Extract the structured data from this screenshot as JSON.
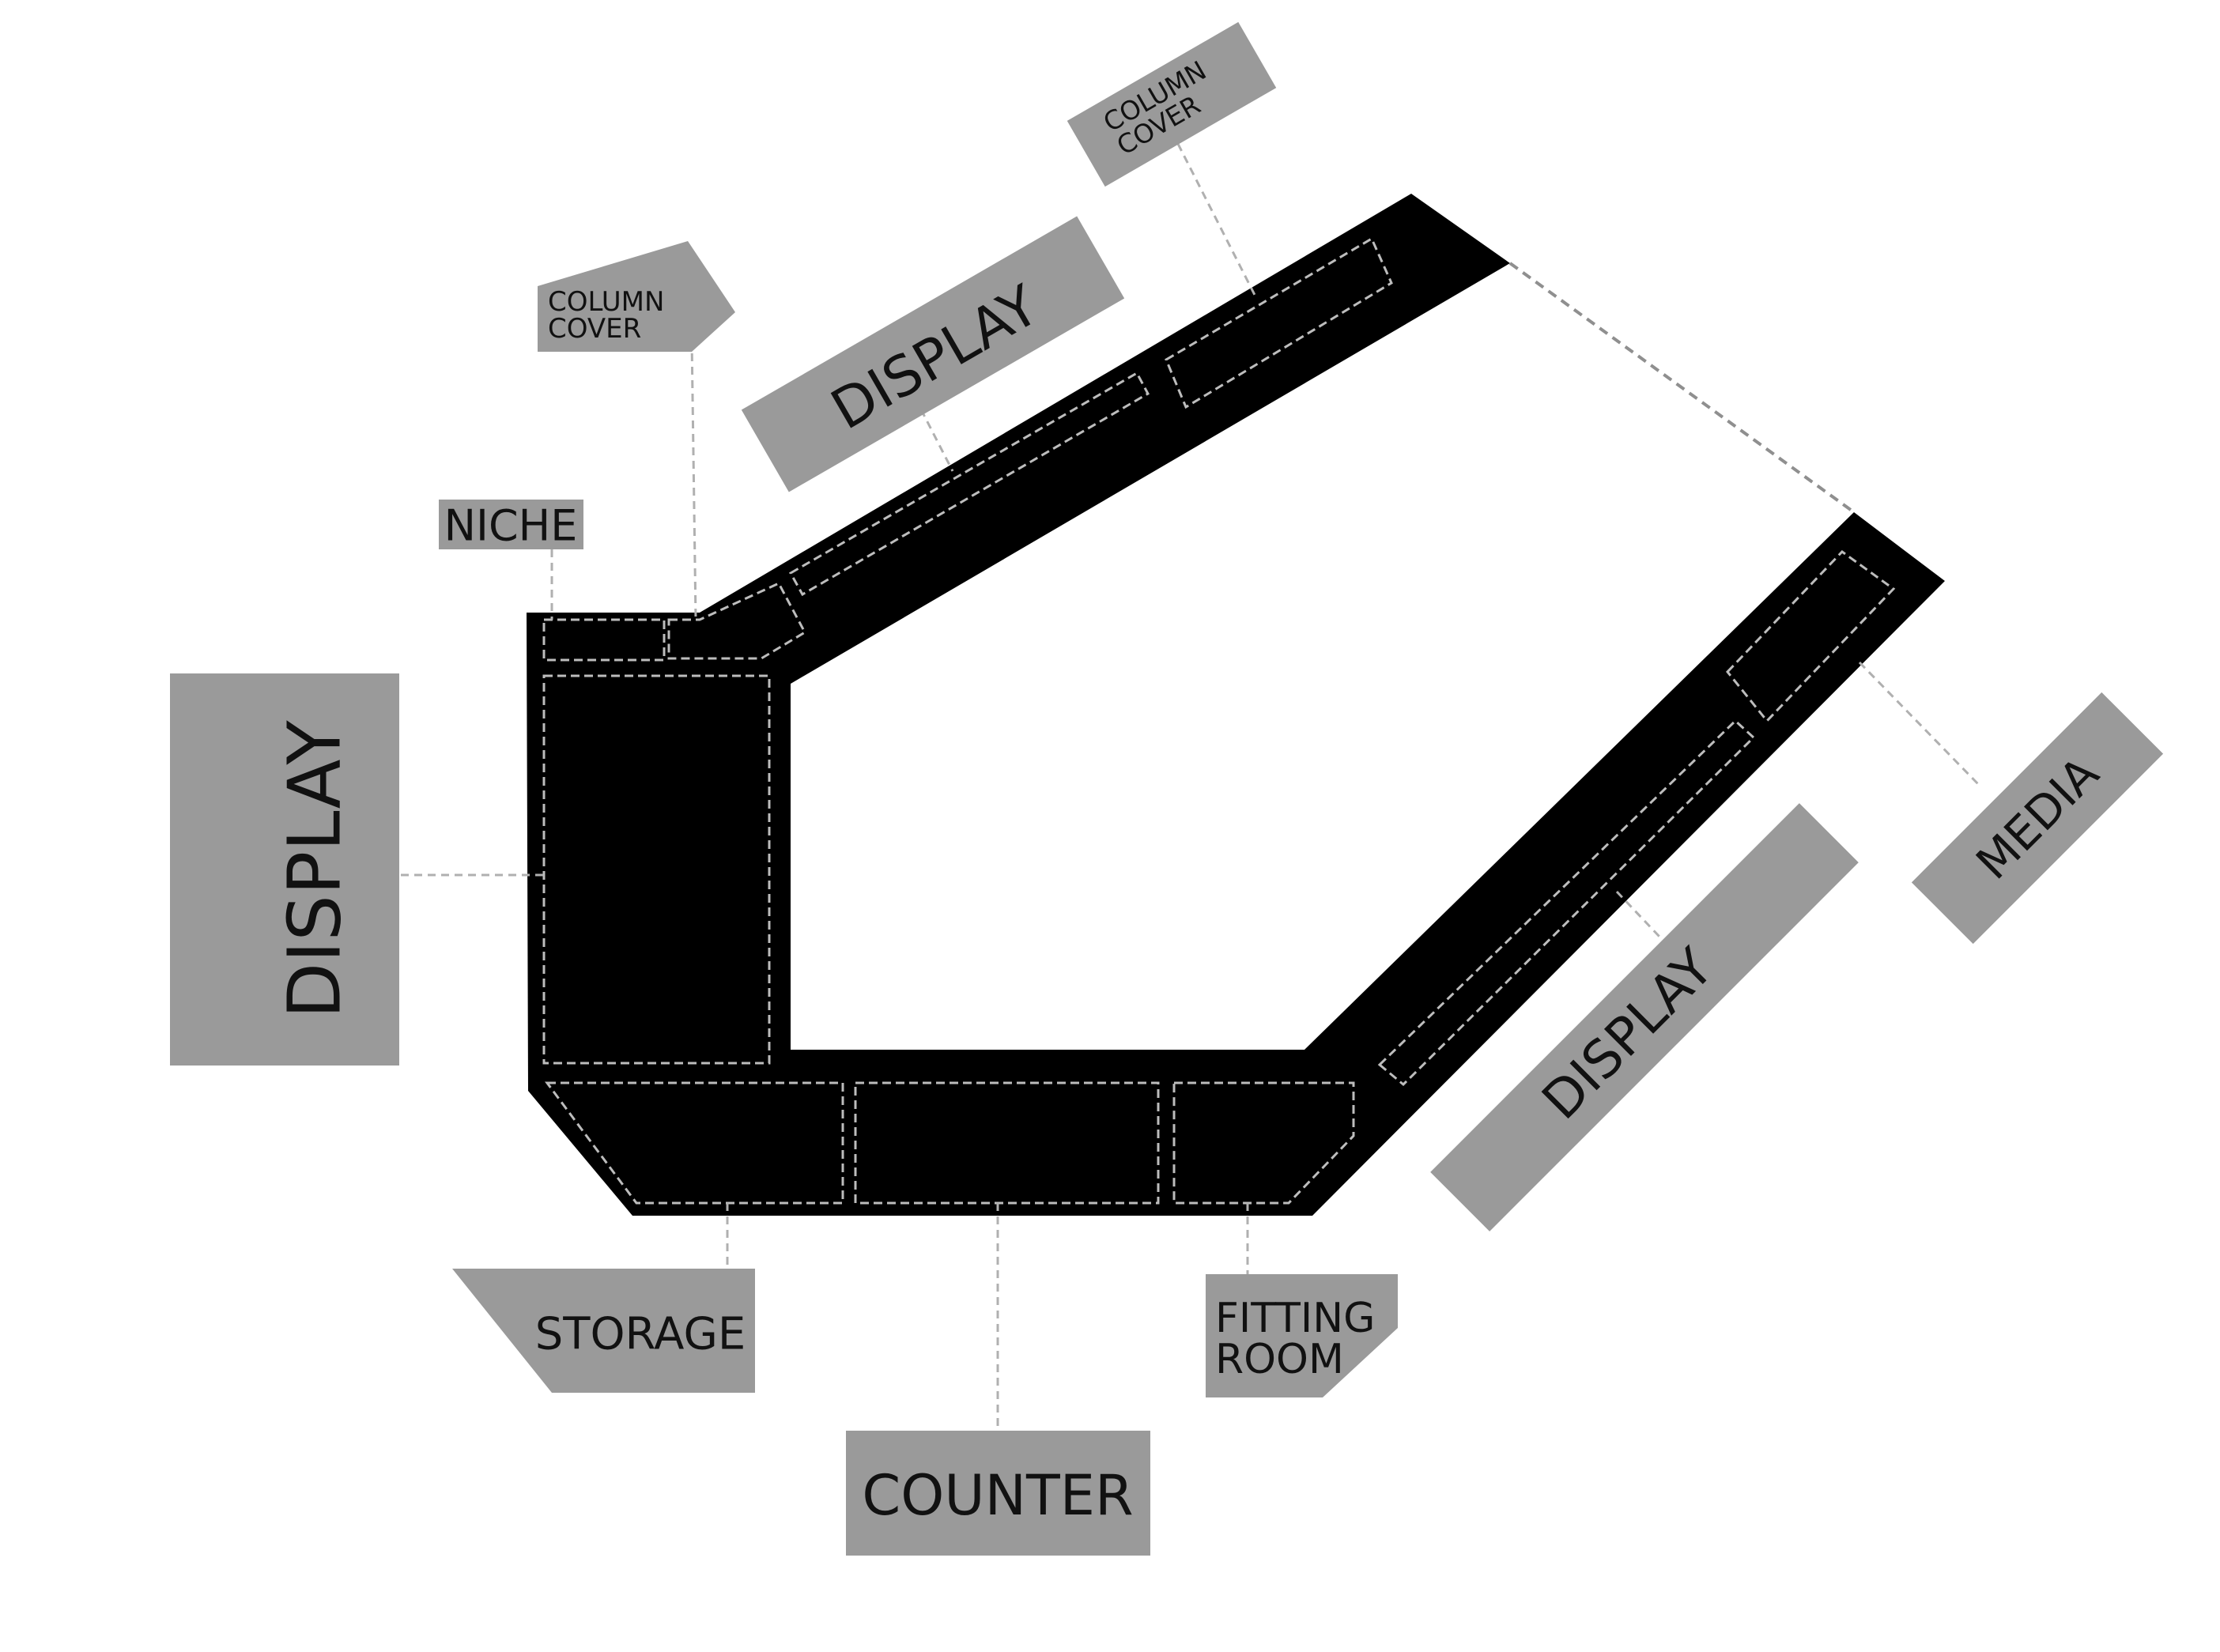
{
  "diagram": {
    "colors": {
      "wall": "#000000",
      "label_box": "#9a9a9a",
      "dashed_zone": "#bdbdbd",
      "leader_line": "#b0b0b0"
    },
    "labels": {
      "display_left": "DISPLAY",
      "display_top": "DISPLAY",
      "display_right": "DISPLAY",
      "niche": "NICHE",
      "column_cover_left_line1": "COLUMN",
      "column_cover_left_line2": "COVER",
      "column_cover_top_line1": "COLUMN",
      "column_cover_top_line2": "COVER",
      "media": "MEDIA",
      "storage": "STORAGE",
      "counter": "COUNTER",
      "fitting_room_line1": "FITTING",
      "fitting_room_line2": "ROOM"
    }
  }
}
